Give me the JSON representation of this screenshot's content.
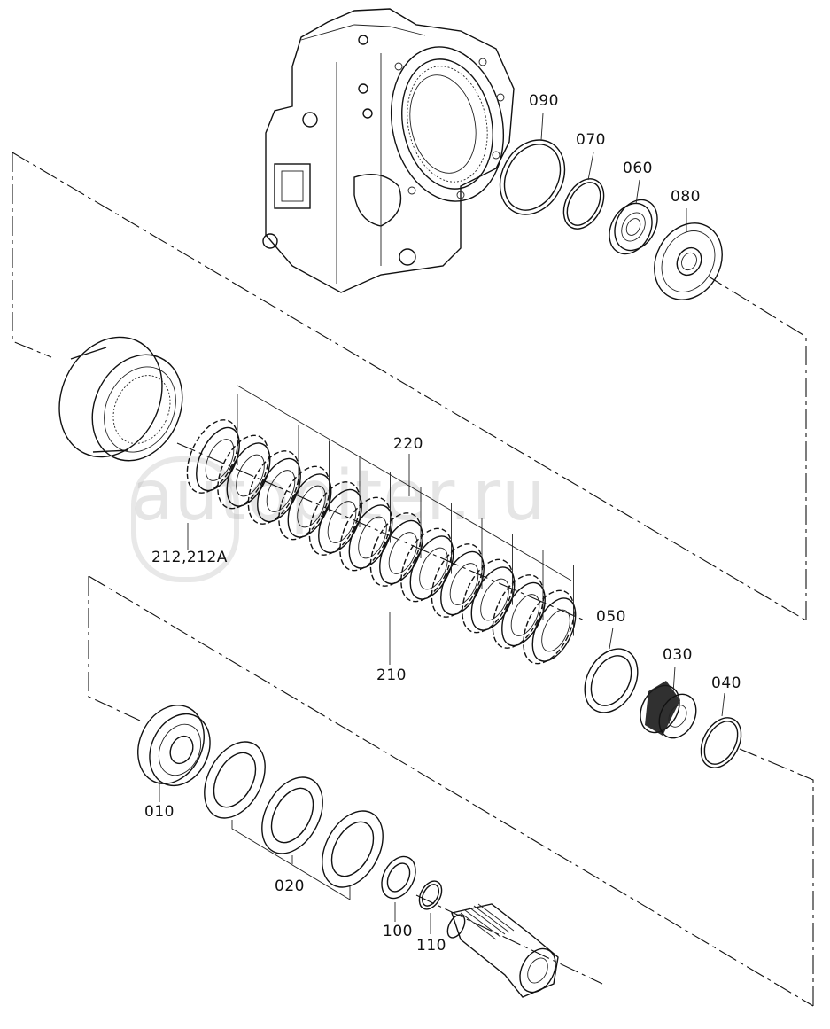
{
  "watermark": "autopiter.ru",
  "callouts": [
    {
      "id": "090",
      "text": "090"
    },
    {
      "id": "070",
      "text": "070"
    },
    {
      "id": "060",
      "text": "060"
    },
    {
      "id": "080",
      "text": "080"
    },
    {
      "id": "220",
      "text": "220"
    },
    {
      "id": "212",
      "text": "212,212A"
    },
    {
      "id": "210",
      "text": "210"
    },
    {
      "id": "050",
      "text": "050"
    },
    {
      "id": "030",
      "text": "030"
    },
    {
      "id": "040",
      "text": "040"
    },
    {
      "id": "010",
      "text": "010"
    },
    {
      "id": "020",
      "text": "020"
    },
    {
      "id": "100",
      "text": "100"
    },
    {
      "id": "110",
      "text": "110"
    }
  ]
}
